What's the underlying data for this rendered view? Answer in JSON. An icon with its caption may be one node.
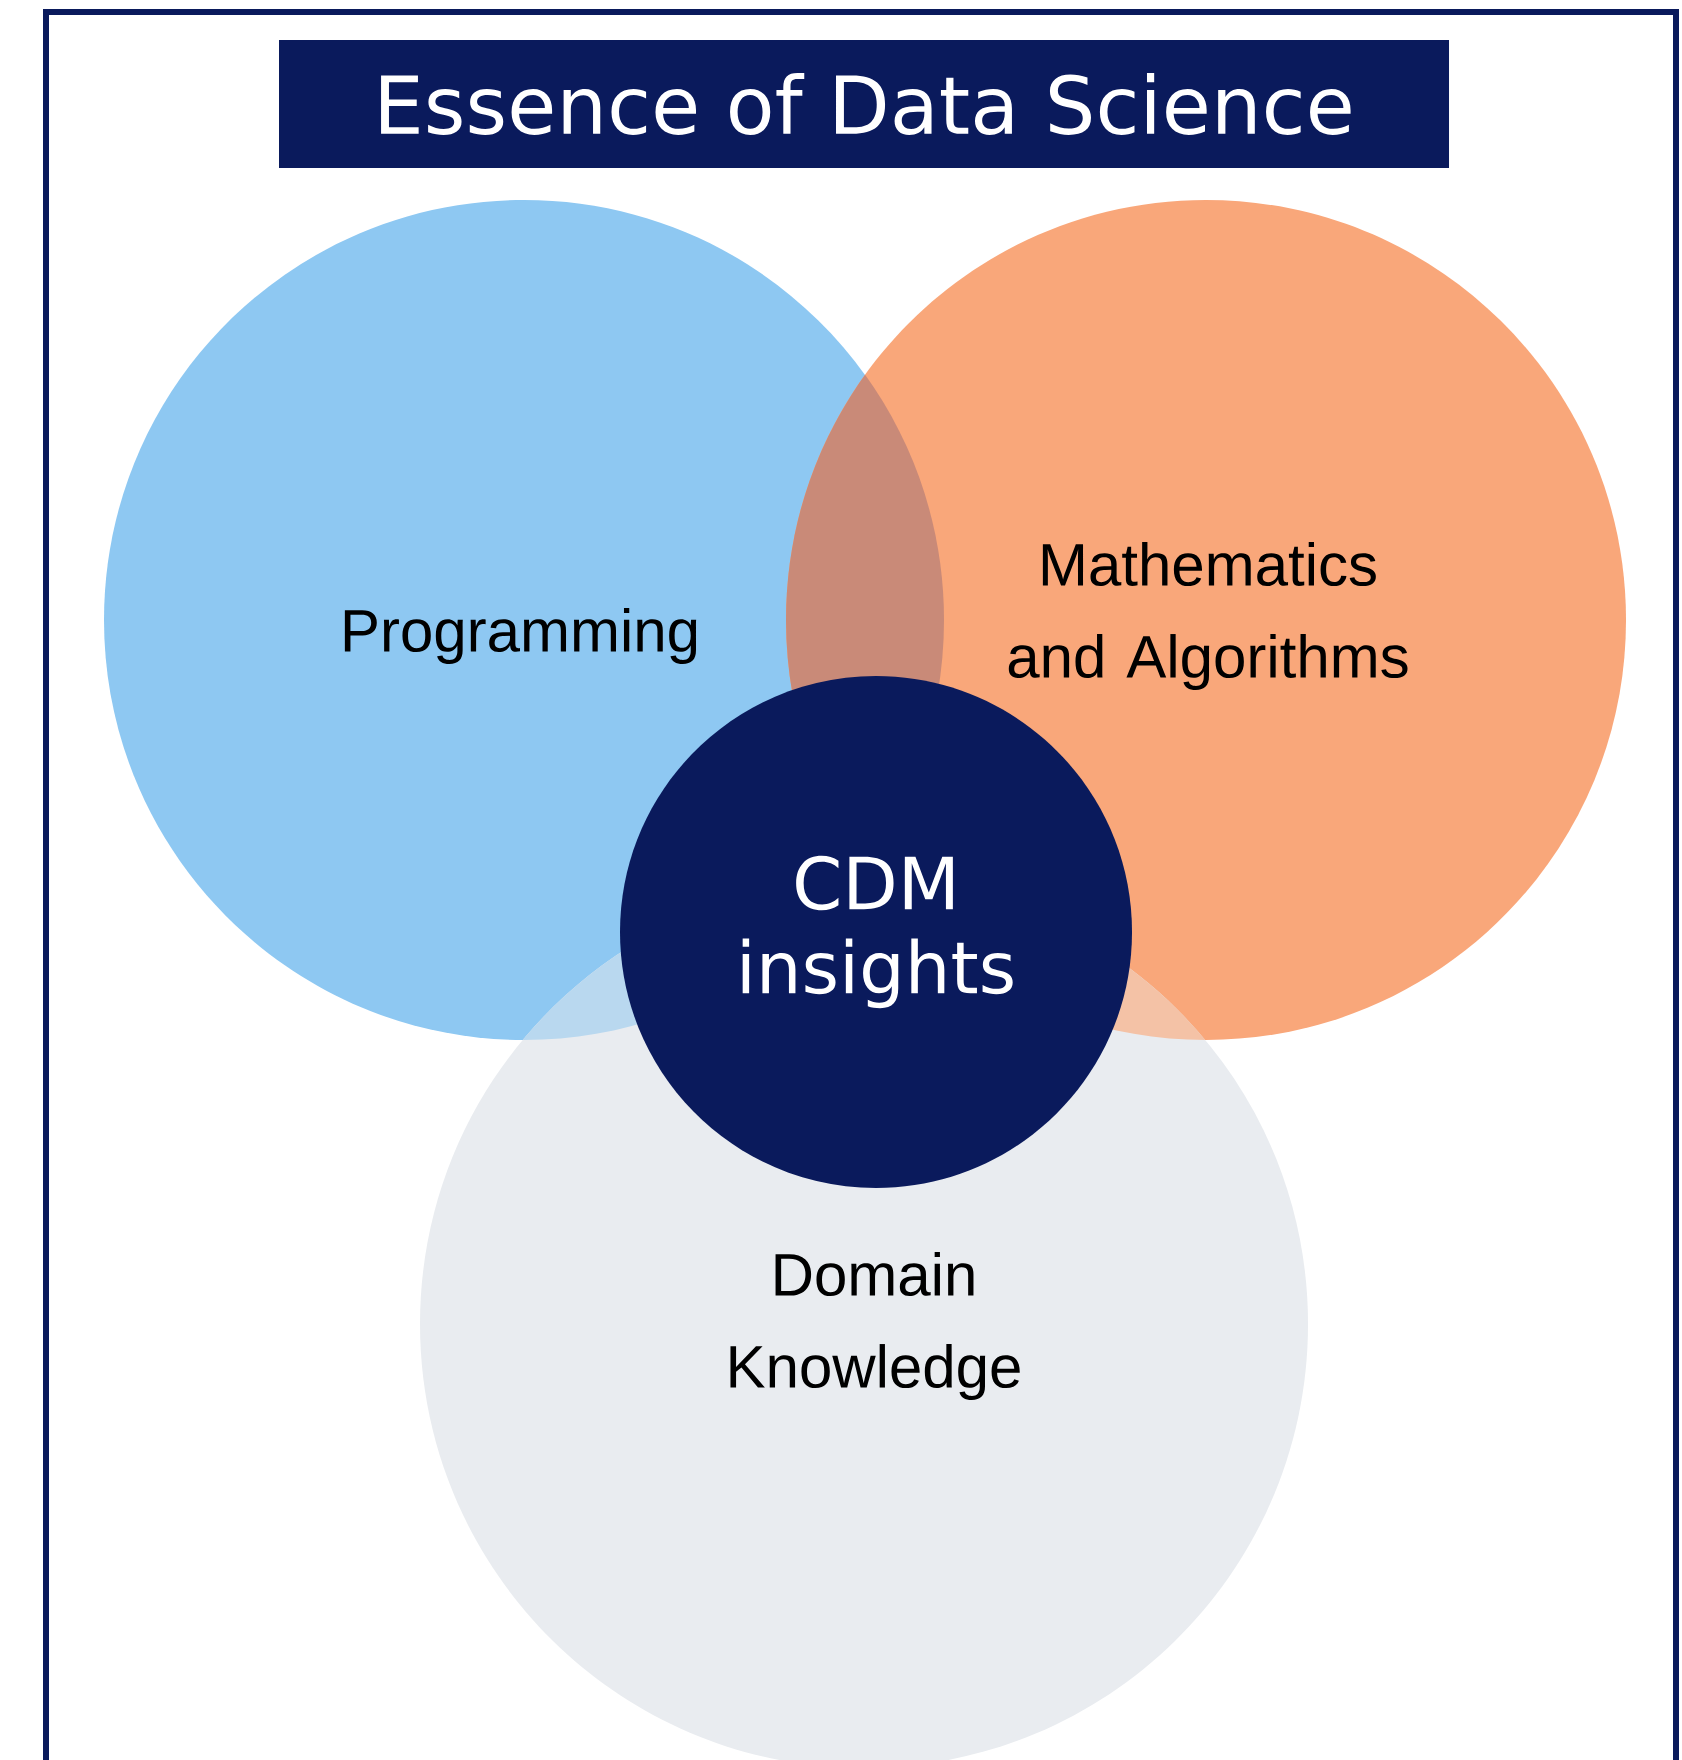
{
  "diagram": {
    "title": "Essence of Data Science",
    "nodes": [
      {
        "text": [
          "Programming"
        ]
      },
      {
        "text": [
          "Mathematics and Algorithms"
        ]
      },
      {
        "text": [
          "Domain Knowledge"
        ]
      },
      {
        "text": [
          "CDM insights"
        ]
      }
    ]
  }
}
